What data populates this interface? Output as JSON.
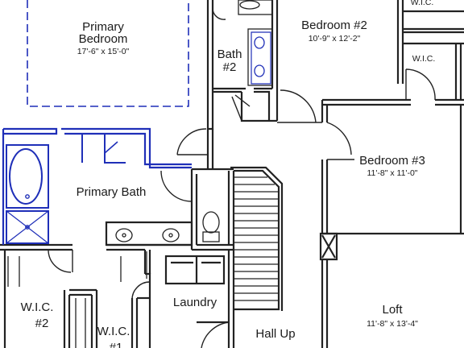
{
  "rooms": {
    "primary_bedroom": {
      "name_line1": "Primary",
      "name_line2": "Bedroom",
      "dims": "17'-6\" x 15'-0\""
    },
    "bath2": {
      "name_line1": "Bath",
      "name_line2": "#2"
    },
    "bedroom2": {
      "name": "Bedroom #2",
      "dims": "10'-9\" x 12'-2\""
    },
    "wic_top": {
      "name": "W.I.C."
    },
    "wic_right": {
      "name": "W.I.C."
    },
    "bedroom3": {
      "name": "Bedroom #3",
      "dims": "11'-8\" x 11'-0\""
    },
    "primary_bath": {
      "name": "Primary Bath"
    },
    "wic2": {
      "name_line1": "W.I.C.",
      "name_line2": "#2"
    },
    "wic1": {
      "name_line1": "W.I.C.",
      "name_line2": "#1"
    },
    "laundry": {
      "name": "Laundry"
    },
    "hall_up": {
      "name": "Hall Up"
    },
    "loft": {
      "name": "Loft",
      "dims": "11'-8\" x 13'-4\""
    }
  },
  "colors": {
    "wall": "#222222",
    "highlight": "#1f2fb8",
    "background": "#ffffff"
  }
}
